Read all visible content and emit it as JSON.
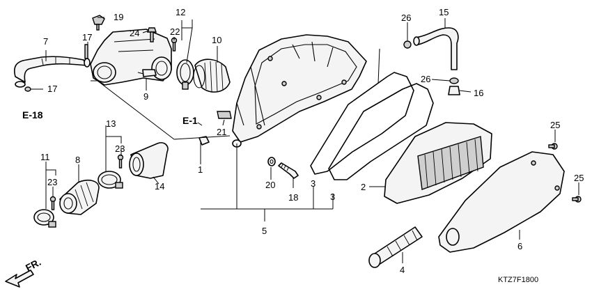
{
  "callouts": {
    "c1": "1",
    "c2": "2",
    "c3a": "3",
    "c3b": "3",
    "c4": "4",
    "c5": "5",
    "c6": "6",
    "c7": "7",
    "c8": "8",
    "c9": "9",
    "c10": "10",
    "c11": "11",
    "c12": "12",
    "c13": "13",
    "c14": "14",
    "c15": "15",
    "c16": "16",
    "c17a": "17",
    "c17b": "17",
    "c18": "18",
    "c19": "19",
    "c20": "20",
    "c21": "21",
    "c22": "22",
    "c23a": "23",
    "c23b": "23",
    "c24": "24",
    "c25a": "25",
    "c25b": "25",
    "c26a": "26",
    "c26b": "26"
  },
  "references": {
    "e18": "E-18",
    "e1": "E-1"
  },
  "front_indicator": "FR.",
  "diagram_code": "KTZ7F1800"
}
